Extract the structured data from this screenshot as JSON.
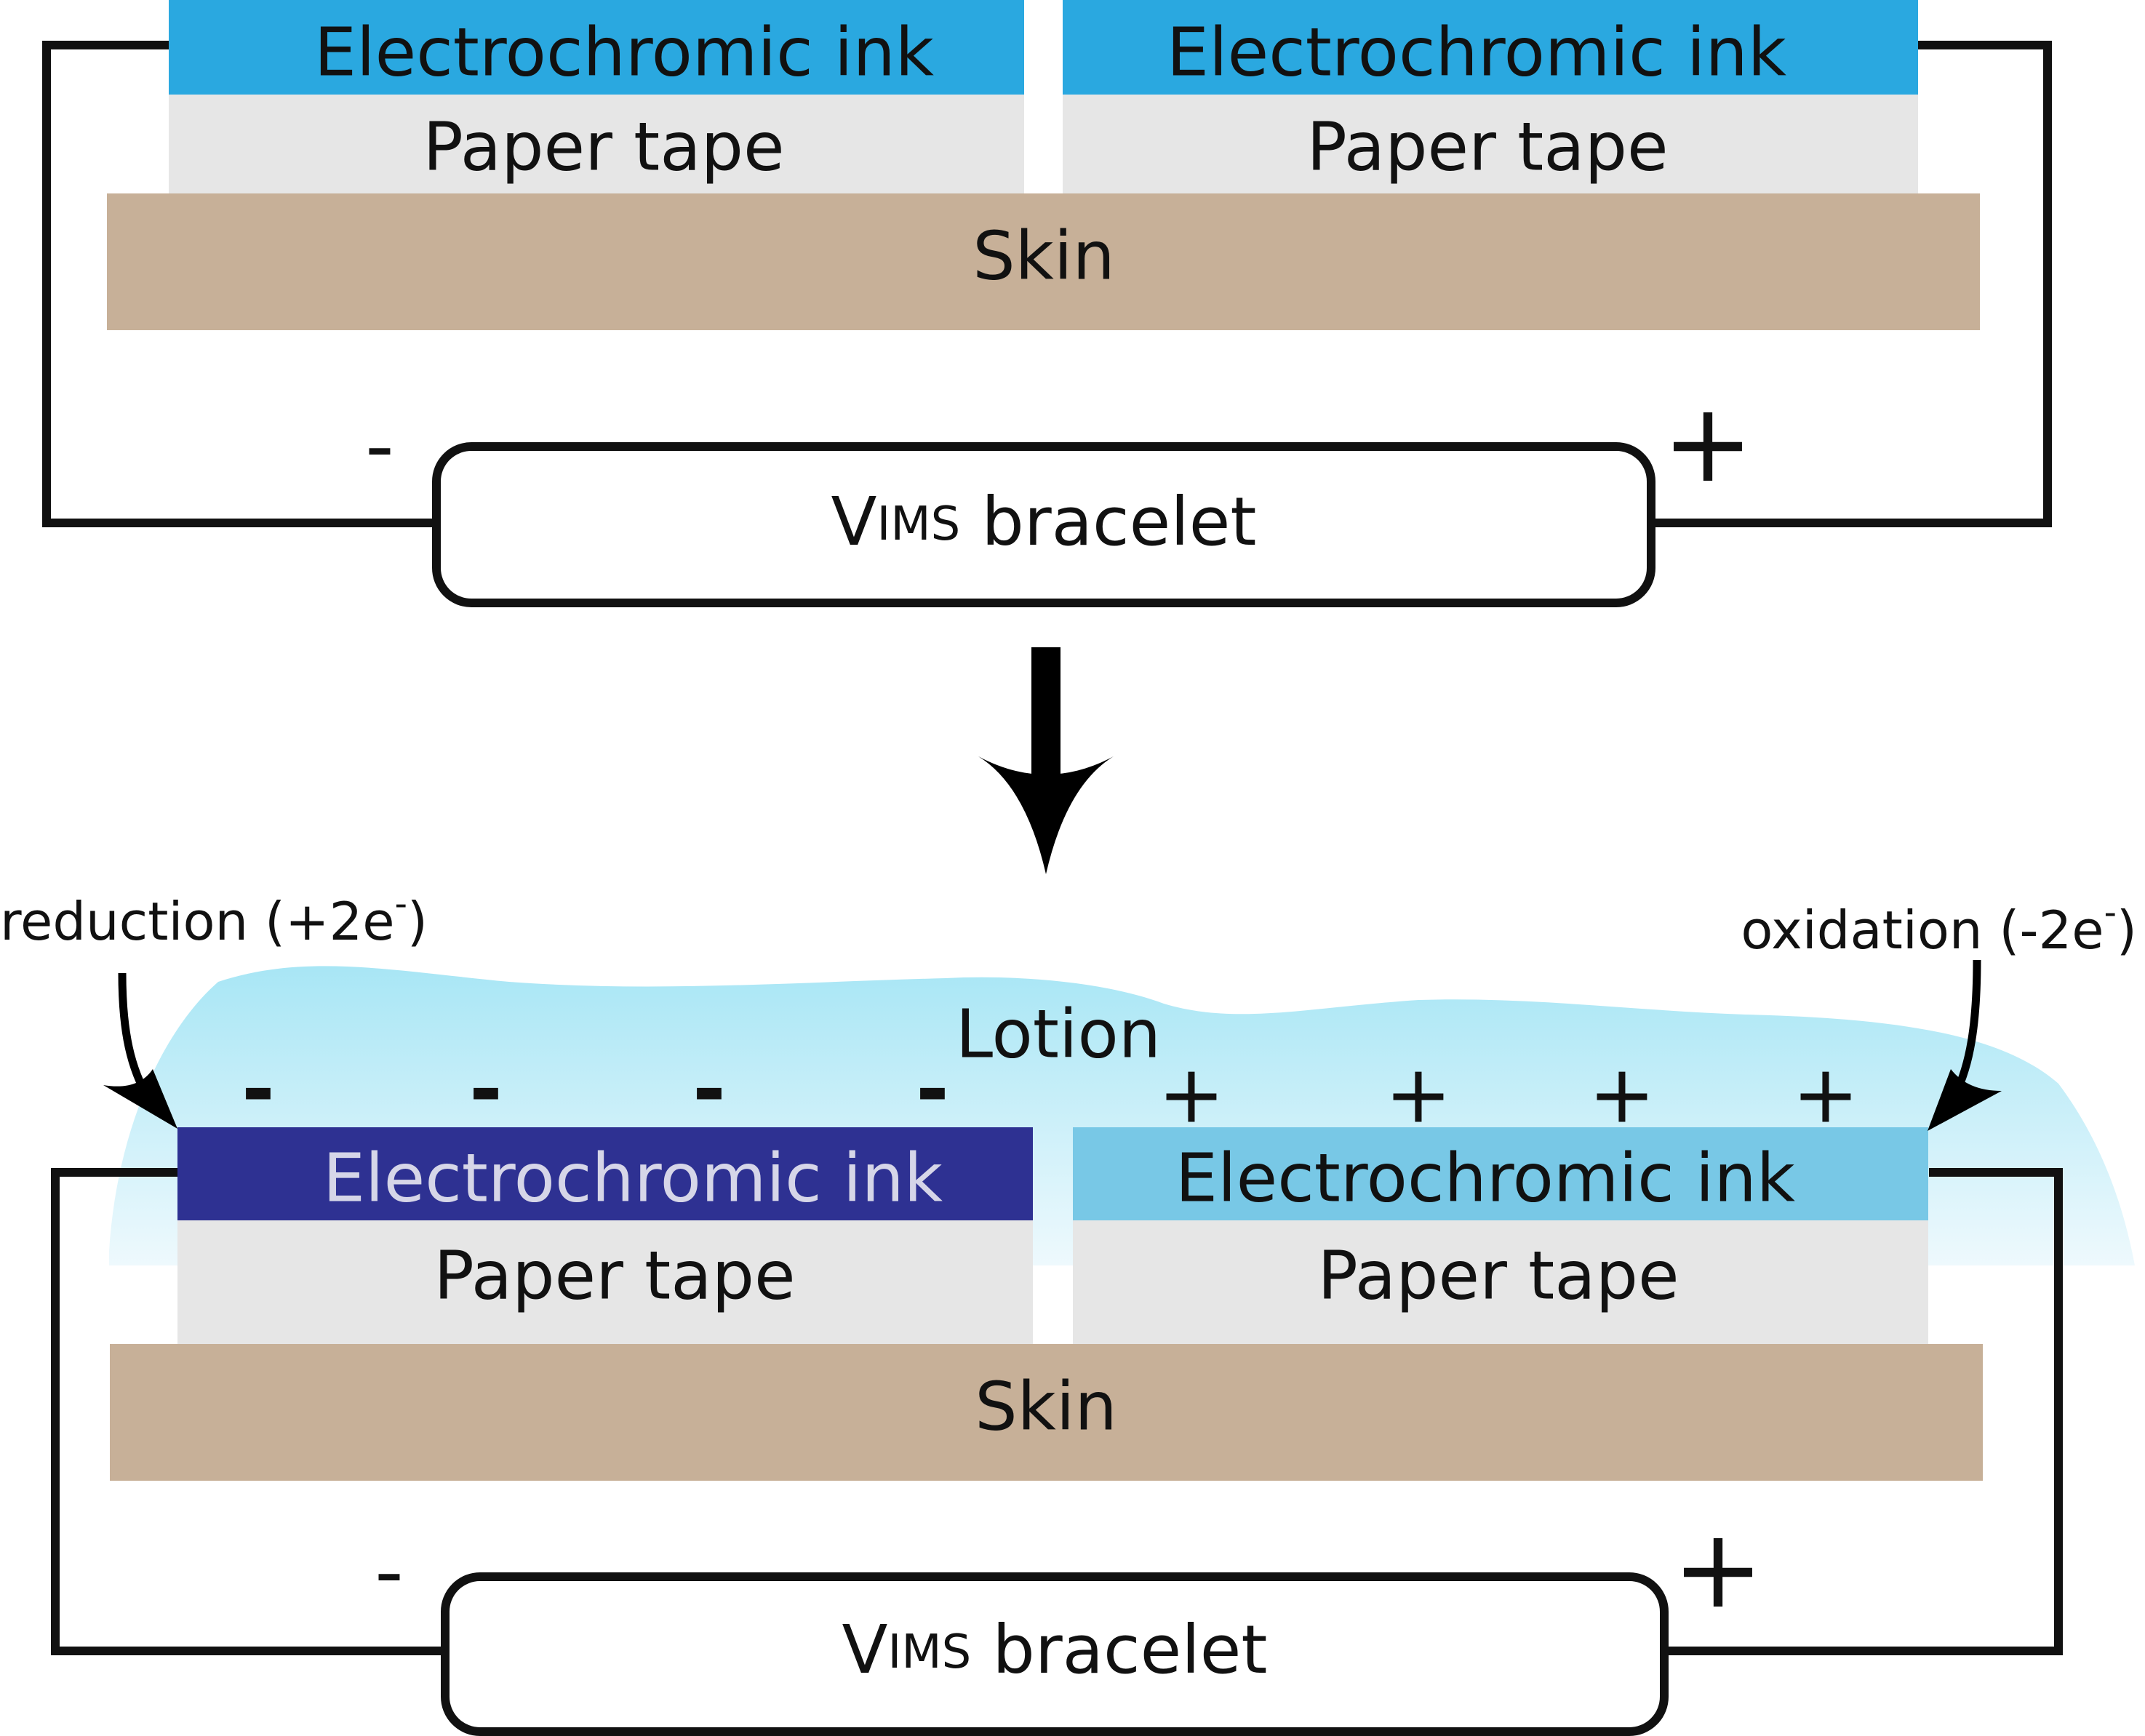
{
  "colors": {
    "ink_light": "#2aa8e0",
    "ink_reduced": "#2e3192",
    "ink_oxidized": "#78c8e6",
    "paper_tape": "#e6e6e6",
    "skin": "#c7b098",
    "lotion_top": "#a8e6f5",
    "lotion_bottom": "#eaf8fd",
    "wire": "#111111",
    "reduced_text": "#d6d6e8"
  },
  "top_panel": {
    "left_ink": "Electrochromic ink",
    "right_ink": "Electrochromic ink",
    "left_tape": "Paper tape",
    "right_tape": "Paper tape",
    "skin": "Skin",
    "bracelet_v": "V",
    "bracelet_sub": "IMS",
    "bracelet_rest": " bracelet",
    "minus": "-",
    "plus": "+"
  },
  "bottom_panel": {
    "lotion": "Lotion",
    "reduction_label": "reduction (+2e",
    "reduction_sup": "-",
    "reduction_close": ")",
    "oxidation_label": "oxidation (-2e",
    "oxidation_sup": "-",
    "oxidation_close": ")",
    "charges_minus": [
      "-",
      "-",
      "-",
      "-"
    ],
    "charges_plus": [
      "+",
      "+",
      "+",
      "+"
    ],
    "left_ink": "Electrochromic ink",
    "right_ink": "Electrochromic ink",
    "left_tape": "Paper tape",
    "right_tape": "Paper tape",
    "skin": "Skin",
    "bracelet_v": "V",
    "bracelet_sub": "IMS",
    "bracelet_rest": " bracelet",
    "minus": "-",
    "plus": "+"
  }
}
